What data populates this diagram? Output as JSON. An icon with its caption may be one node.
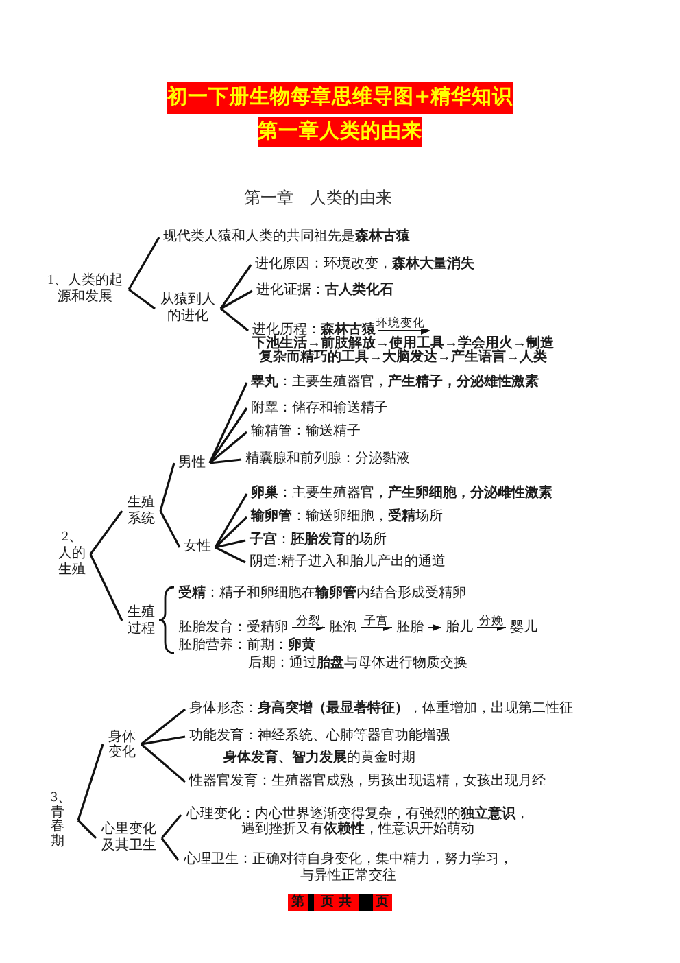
{
  "diagram": {
    "title": "初一下册生物每章思维导图+精华知识",
    "nodes": [
      {
        "text": [
          "1、人类的起源和发展"
        ]
      },
      {
        "text": [
          "现代类人猿和人类的共同祖先是**森林古猿**"
        ]
      },
      {
        "text": [
          "从猿到人的进化"
        ]
      },
      {
        "text": [
          "进化原因：环境改变，**森林大量消失**"
        ]
      },
      {
        "text": [
          "进化证据：**古人类化石**"
        ]
      },
      {
        "text": [
          "进化历程：**森林古猿**",
          "下池生活→前肢解放→使用工具→学会用火→制造复杂而精巧的工具→大脑发达→产生语言→人类"
        ]
      },
      {
        "text": [
          "2、人的生殖"
        ]
      },
      {
        "text": [
          "生殖系统"
        ]
      },
      {
        "text": [
          "男性"
        ]
      },
      {
        "text": [
          "**睾丸**：主要生殖器官，**产生精子，分泌雄性激素**"
        ]
      },
      {
        "text": [
          "附睾：储存和输送精子"
        ]
      },
      {
        "text": [
          "输精管：输送精子"
        ]
      },
      {
        "text": [
          "精囊腺和前列腺：分泌黏液"
        ]
      },
      {
        "text": [
          "女性"
        ]
      },
      {
        "text": [
          "**卵巢**：主要生殖器官，**产生卵细胞，分泌雌性激素**"
        ]
      },
      {
        "text": [
          "**输卵管**：输送卵细胞，**受精**场所"
        ]
      },
      {
        "text": [
          "**子宫**：**胚胎发育**的场所"
        ]
      },
      {
        "text": [
          "阴道:精子进入和胎儿产出的通道"
        ]
      },
      {
        "text": [
          "生殖过程"
        ]
      },
      {
        "text": [
          "胚胎发育：受精卵"
        ]
      },
      {
        "text": [
          "胚泡"
        ]
      },
      {
        "text": [
          "胚胎"
        ]
      },
      {
        "text": [
          "胎儿"
        ]
      },
      {
        "text": [
          "婴儿"
        ]
      },
      {
        "text": [
          "3、青春期"
        ]
      },
      {
        "text": [
          "身体变化"
        ]
      },
      {
        "text": [
          "身体形态：**身高突增（最显著特征）**，体重增加，出现第二性征"
        ]
      },
      {
        "text": [
          "功能发育：神经系统、心肺等器官功能增强"
        ]
      },
      {
        "text": [
          "性器官发育：生殖器官成熟，男孩出现遗精，女孩出现月经"
        ]
      },
      {
        "text": [
          "心里变化及其卫生"
        ]
      },
      {
        "text": [
          "心理变化：内心世界逐渐变得复杂，有强烈的**独立意识**，遇到挫折又有**依赖性**，性意识开始萌动"
        ]
      },
      {
        "text": [
          "心理卫生：正确对待自身变化，集中精力，努力学习，与异性正常交往"
        ]
      }
    ],
    "edges": [
      {
        "from": 0,
        "to": 1,
        "arrow": "none"
      },
      {
        "from": 0,
        "to": 2,
        "arrow": "none"
      },
      {
        "from": 2,
        "to": 3,
        "arrow": "none"
      },
      {
        "from": 2,
        "to": 4,
        "arrow": "none"
      },
      {
        "from": 2,
        "to": 5,
        "arrow": "none"
      },
      {
        "from": 6,
        "to": 7,
        "arrow": "none"
      },
      {
        "from": 6,
        "to": 18,
        "arrow": "none"
      },
      {
        "from": 7,
        "to": 8,
        "arrow": "none"
      },
      {
        "from": 7,
        "to": 13,
        "arrow": "none"
      },
      {
        "from": 8,
        "to": 9,
        "arrow": "none"
      },
      {
        "from": 8,
        "to": 10,
        "arrow": "none"
      },
      {
        "from": 8,
        "to": 11,
        "arrow": "none"
      },
      {
        "from": 8,
        "to": 12,
        "arrow": "none"
      },
      {
        "from": 13,
        "to": 14,
        "arrow": "none"
      },
      {
        "from": 13,
        "to": 15,
        "arrow": "none"
      },
      {
        "from": 13,
        "to": 16,
        "arrow": "none"
      },
      {
        "from": 13,
        "to": 17,
        "arrow": "none"
      },
      {
        "from": 19,
        "to": 20,
        "arrow": "to",
        "label": "分裂"
      },
      {
        "from": 20,
        "to": 21,
        "arrow": "to",
        "label": "子宫"
      },
      {
        "from": 21,
        "to": 22,
        "arrow": "to"
      },
      {
        "from": 22,
        "to": 23,
        "arrow": "to",
        "label": "分娩"
      },
      {
        "from": 24,
        "to": 25,
        "arrow": "none"
      },
      {
        "from": 24,
        "to": 29,
        "arrow": "none"
      },
      {
        "from": 25,
        "to": 26,
        "arrow": "none"
      },
      {
        "from": 25,
        "to": 27,
        "arrow": "none"
      },
      {
        "from": 25,
        "to": 28,
        "arrow": "none"
      },
      {
        "from": 29,
        "to": 30,
        "arrow": "none"
      },
      {
        "from": 29,
        "to": 31,
        "arrow": "none"
      }
    ],
    "labels": [
      "第一章人类的由来",
      "第一章　人类的由来",
      "环境变化",
      "**受精**：精子和卵细胞在**输卵管**内结合形成受精卵",
      "胚胎营养：前期：**卵黄**",
      "后期：通过**胎盘**与母体进行物质交换",
      "**身体发育、智力发展**的黄金时期",
      "第",
      "页 共",
      "页"
    ]
  }
}
